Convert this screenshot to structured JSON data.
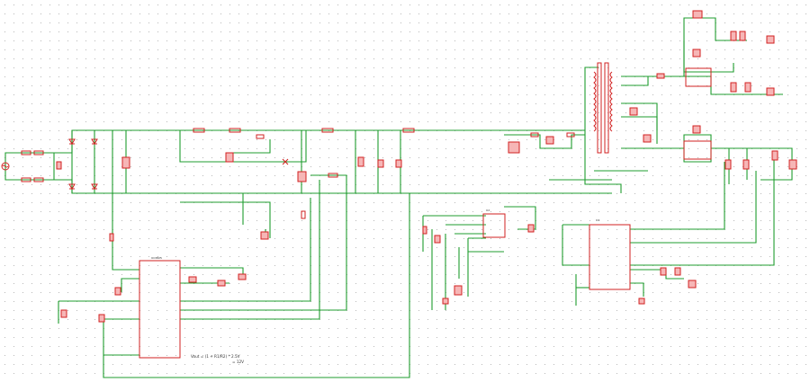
{
  "schematic": {
    "colors": {
      "background": "#ffffff",
      "grid_dot": "#b8b8b8",
      "wire": "#1f9d2f",
      "component": "#d22222",
      "label": "#222222"
    },
    "formula": {
      "line1": "Vout = (1 + R1/R2) * 2.5V",
      "line2": "= 12V"
    },
    "chips": {
      "pwm_controller_label": "UC3825",
      "ldo_label": "U2",
      "opamp_label": "U3"
    }
  }
}
